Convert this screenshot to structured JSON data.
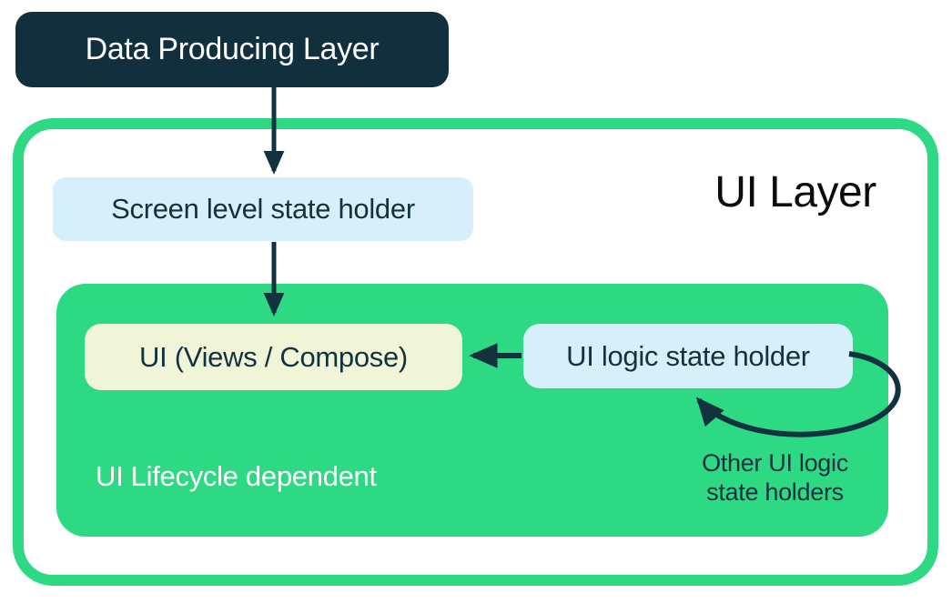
{
  "diagram": {
    "data_producing_layer": {
      "label": "Data Producing Layer"
    },
    "ui_layer": {
      "label": "UI Layer"
    },
    "screen_state_holder": {
      "label": "Screen level state holder"
    },
    "ui_views": {
      "label": "UI (Views / Compose)"
    },
    "ui_logic_state_holder": {
      "label": "UI logic state holder"
    },
    "lifecycle": {
      "label": "UI Lifecycle dependent"
    },
    "other_state_holders": {
      "line1": "Other UI logic",
      "line2": "state holders"
    },
    "arrows": [
      "data-producing-layer-to-screen-state-holder",
      "screen-state-holder-to-ui",
      "ui-logic-state-holder-to-ui",
      "other-ui-logic-state-holders-loop"
    ],
    "colors": {
      "dark_teal": "#112f3c",
      "green": "#2ed983",
      "light_blue": "#d6effa",
      "pale_yellow": "#f1f5d8",
      "arrow": "#13323f",
      "ui_layer_text": "#0c0c0c",
      "background": "#ffffff"
    }
  }
}
